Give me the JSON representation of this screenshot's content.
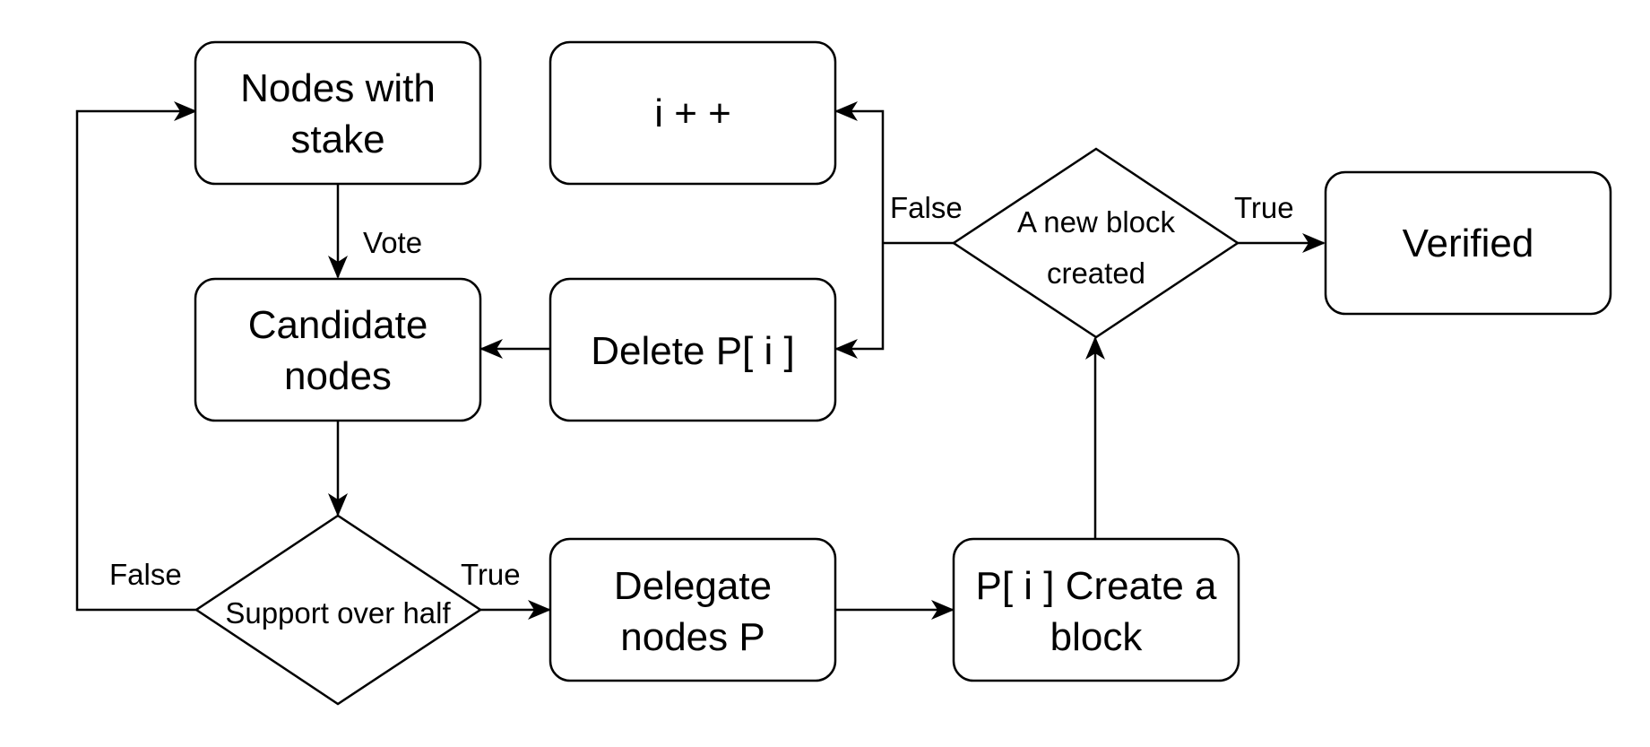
{
  "diagram": {
    "nodes": {
      "nodes_with_stake": {
        "line1": "Nodes with",
        "line2": "stake"
      },
      "i_plus_plus": {
        "label": "i + +"
      },
      "candidate_nodes": {
        "line1": "Candidate",
        "line2": "nodes"
      },
      "delete_p_i": {
        "label": "Delete P[ i ]"
      },
      "verified": {
        "label": "Verified"
      },
      "delegate_nodes": {
        "line1": "Delegate",
        "line2": "nodes P"
      },
      "create_block": {
        "line1": "P[ i ] Create a",
        "line2": "block"
      }
    },
    "decisions": {
      "new_block_created": {
        "line1": "A new block",
        "line2": "created"
      },
      "support_over_half": {
        "label": "Support over half"
      }
    },
    "edge_labels": {
      "vote": "Vote",
      "top_false": "False",
      "top_true": "True",
      "bottom_false": "False",
      "bottom_true": "True"
    }
  }
}
